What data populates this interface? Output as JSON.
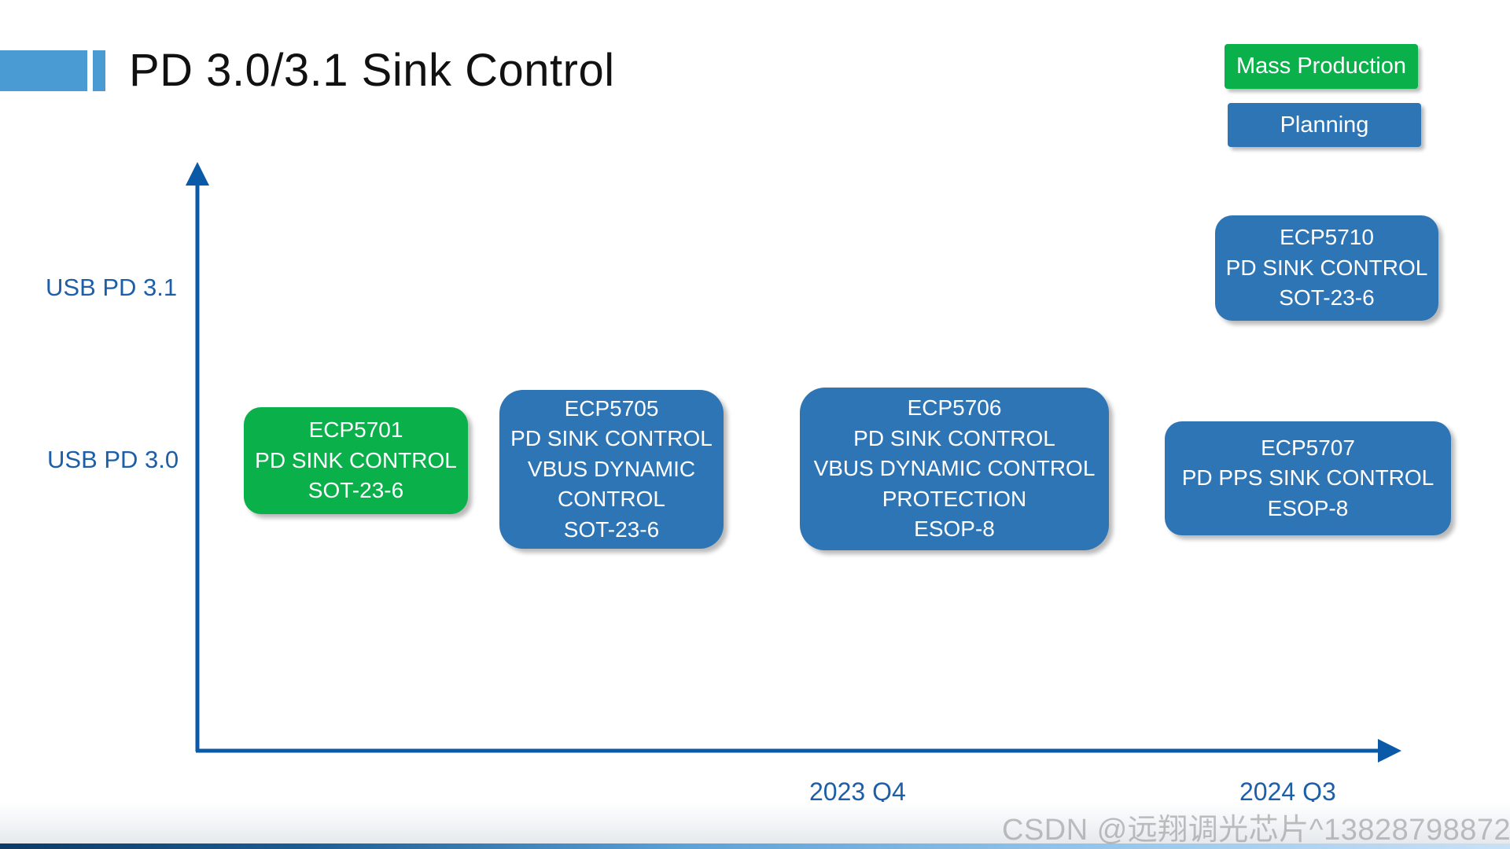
{
  "title": "PD 3.0/3.1 Sink Control",
  "legend": {
    "mass_production": "Mass Production",
    "planning": "Planning"
  },
  "y_axis": {
    "usb_pd_31": "USB PD 3.1",
    "usb_pd_30": "USB PD 3.0"
  },
  "x_axis": {
    "q4_2023": "2023 Q4",
    "q3_2024": "2024 Q3"
  },
  "products": [
    {
      "status": "Mass Production",
      "lines": [
        "ECP5701",
        "PD SINK CONTROL",
        "SOT-23-6"
      ]
    },
    {
      "status": "Planning",
      "lines": [
        "ECP5705",
        "PD SINK CONTROL",
        "VBUS DYNAMIC",
        "CONTROL",
        "SOT-23-6"
      ]
    },
    {
      "status": "Planning",
      "lines": [
        "ECP5706",
        "PD SINK CONTROL",
        "VBUS DYNAMIC CONTROL",
        "PROTECTION",
        "ESOP-8"
      ]
    },
    {
      "status": "Planning",
      "lines": [
        "ECP5707",
        "PD PPS SINK CONTROL",
        "ESOP-8"
      ]
    },
    {
      "status": "Planning",
      "lines": [
        "ECP5710",
        "PD SINK CONTROL",
        "SOT-23-6"
      ]
    }
  ],
  "colors": {
    "mass_production": "#0ab04a",
    "planning": "#2e75b6",
    "axis": "#0b5aa8",
    "axis_label": "#1c5fa8",
    "title_accent": "#4a9bd4"
  },
  "watermark": "CSDN @远翔调光芯片^13828798872"
}
